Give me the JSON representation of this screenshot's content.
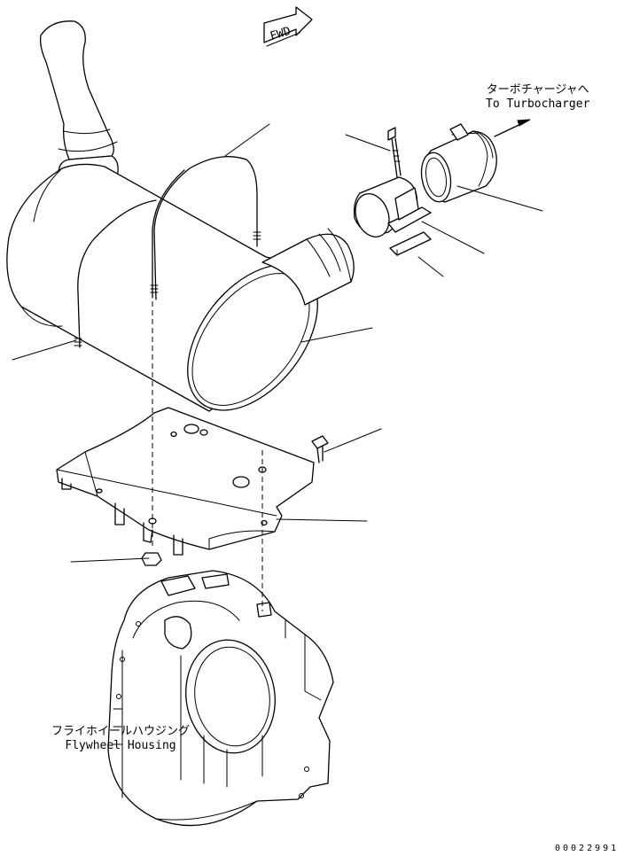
{
  "fwd_marker": {
    "text": "FWD"
  },
  "labels": {
    "turbocharger_jp": "ターボチャージャヘ",
    "turbocharger_en": "To Turbocharger",
    "flywheel_jp": "フライホイールハウジング",
    "flywheel_en": "Flywheel Housing"
  },
  "document_number": "00022991"
}
